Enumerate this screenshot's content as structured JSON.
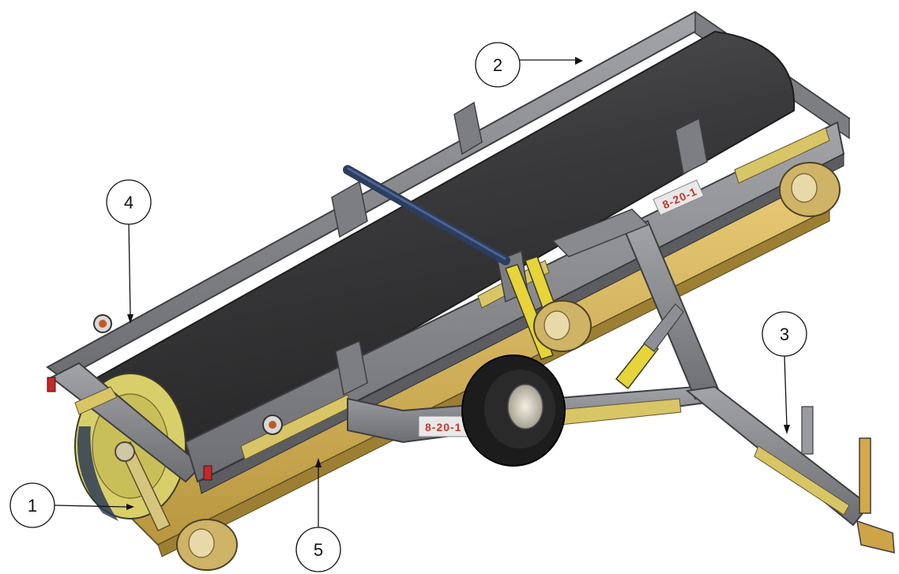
{
  "diagram": {
    "decals": {
      "model_label_hitch": "8-20-1",
      "model_label_frame": "8-20-1"
    },
    "callouts": [
      {
        "id": "c1",
        "label": "1"
      },
      {
        "id": "c2",
        "label": "2"
      },
      {
        "id": "c3",
        "label": "3"
      },
      {
        "id": "c4",
        "label": "4"
      },
      {
        "id": "c5",
        "label": "5"
      }
    ],
    "colors": {
      "frame": "#8e8f94",
      "frame_dark": "#5e5f63",
      "roller": "#3c3c3e",
      "yellow": "#d6b55a",
      "decal_red": "#c0392b",
      "tire": "#1c1c1c",
      "hub": "#d9d4c6",
      "cylinder": "#e6d43a"
    }
  }
}
